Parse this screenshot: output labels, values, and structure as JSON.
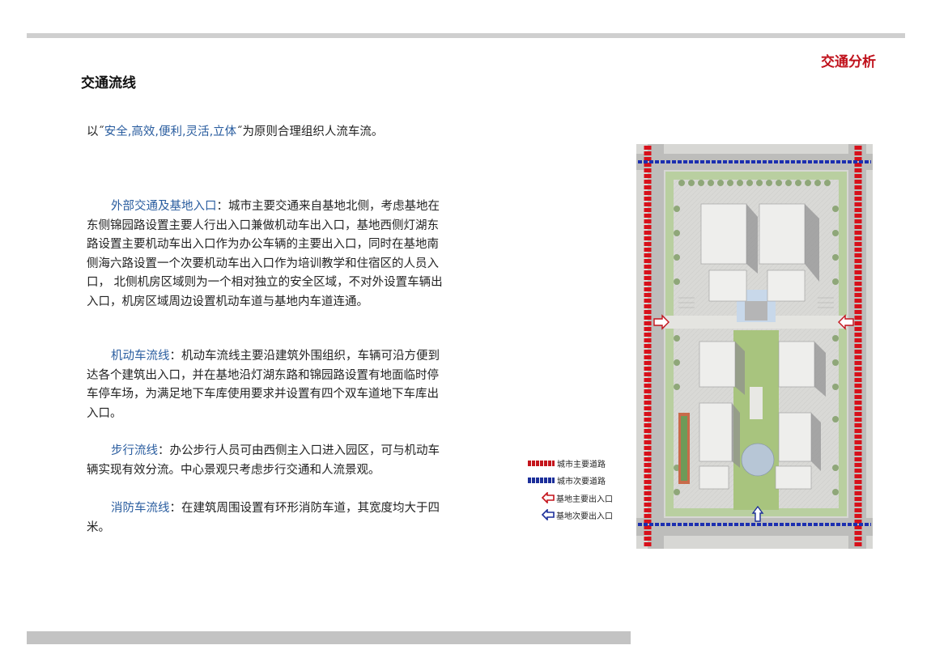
{
  "header": {
    "section_title": "交通分析",
    "page_title": "交通流线"
  },
  "intro": {
    "prefix": "以˝",
    "highlight": "安全,高效,便利,灵活,立体",
    "suffix": "˝为原则合理组织人流车流。"
  },
  "paragraphs": [
    {
      "lead": "外部交通及基地入口",
      "text": "：城市主要交通来自基地北侧，考虑基地在东侧锦园路设置主要人行出入口兼做机动车出入口，基地西侧灯湖东路设置主要机动车出入口作为办公车辆的主要出入口，同时在基地南侧海六路设置一个次要机动车出入口作为培训教学和住宿区的人员入口， 北侧机房区域则为一个相对独立的安全区域，不对外设置车辆出入口，机房区域周边设置机动车道与基地内车道连通。"
    },
    {
      "lead": "机动车流线",
      "text": "：机动车流线主要沿建筑外围组织，车辆可沿方便到达各个建筑出入口，并在基地沿灯湖东路和锦园路设置有地面临时停车停车场，为满足地下车库使用要求并设置有四个双车道地下车库出入口。"
    },
    {
      "lead": "步行流线",
      "text": "：办公步行人员可由西侧主入口进入园区，可与机动车辆实现有效分流。中心景观只考虑步行交通和人流景观。"
    },
    {
      "lead": "消防车流线",
      "text": "：在建筑周围设置有环形消防车道，其宽度均大于四米。"
    }
  ],
  "legend": {
    "primary_road": "城市主要道路",
    "secondary_road": "城市次要道路",
    "primary_entrance": "基地主要出入口",
    "secondary_entrance": "基地次要出入口"
  },
  "colors": {
    "accent_red": "#c0121c",
    "link_blue": "#2a5d9f",
    "road_red": "#c4141c",
    "road_blue": "#1c2f9a"
  },
  "icons": [
    "primary-entrance-arrow-icon",
    "secondary-entrance-arrow-icon"
  ]
}
